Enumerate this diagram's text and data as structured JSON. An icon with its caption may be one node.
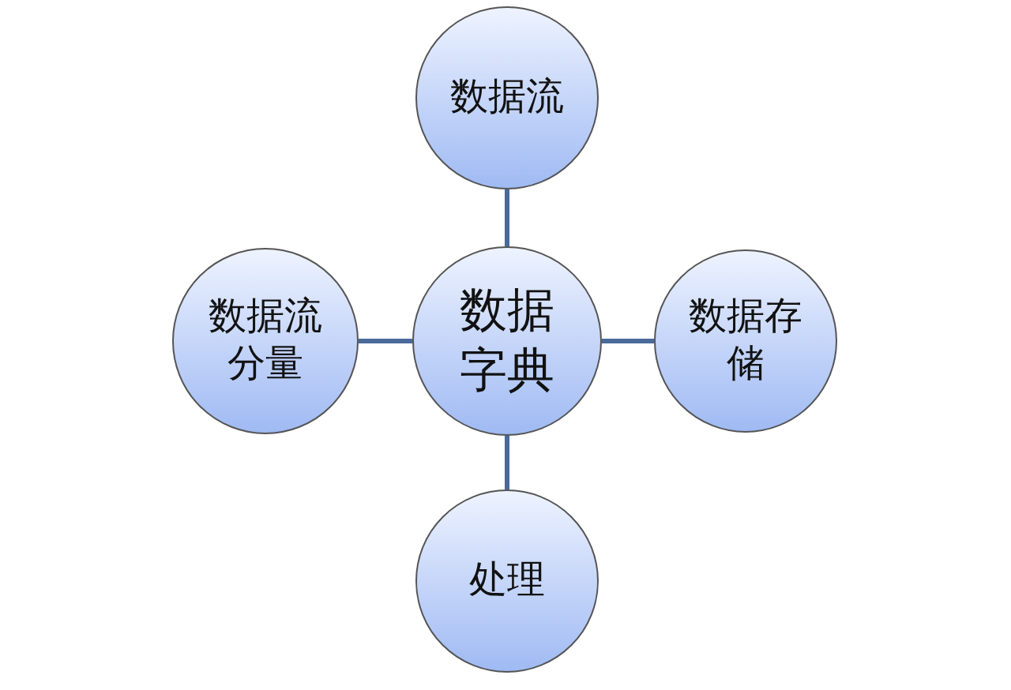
{
  "diagram": {
    "nodes": [
      {
        "text": [
          "数据流"
        ]
      },
      {
        "text": [
          "数据流分量"
        ]
      },
      {
        "text": [
          "数据字典"
        ]
      },
      {
        "text": [
          "数据存储"
        ]
      },
      {
        "text": [
          "处理"
        ]
      }
    ],
    "edges": [
      {
        "from": 2,
        "to": 0,
        "arrow": "none"
      },
      {
        "from": 2,
        "to": 1,
        "arrow": "none"
      },
      {
        "from": 2,
        "to": 3,
        "arrow": "none"
      },
      {
        "from": 2,
        "to": 4,
        "arrow": "none"
      }
    ]
  }
}
